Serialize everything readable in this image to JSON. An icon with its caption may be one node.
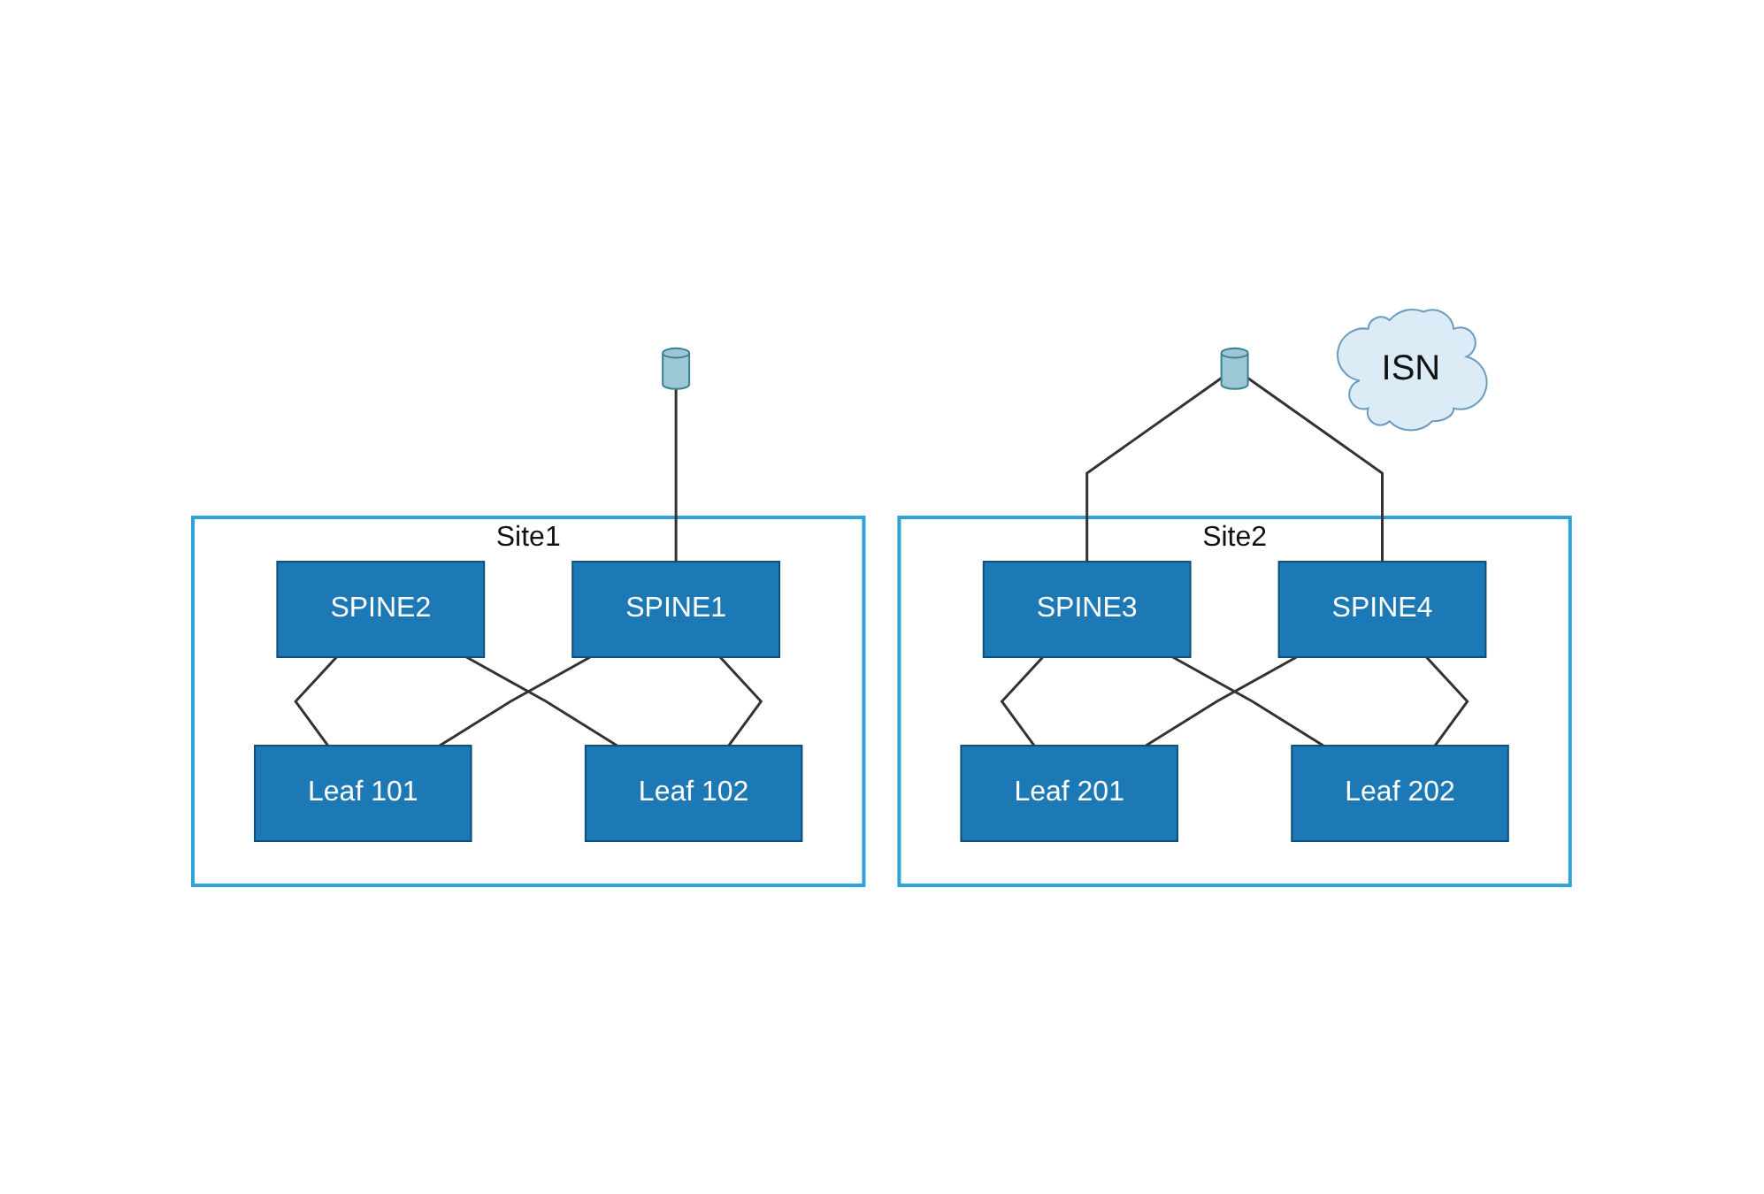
{
  "diagram": {
    "nodes": [
      {
        "text": [
          "ISN"
        ]
      },
      {
        "text": [],
        "shape": "cylinder"
      },
      {
        "text": [],
        "shape": "cylinder"
      },
      {
        "text": [
          "Site1"
        ]
      },
      {
        "text": [
          "SPINE2"
        ],
        "in": 3
      },
      {
        "text": [
          "SPINE1"
        ],
        "in": 3
      },
      {
        "text": [
          "Leaf 101"
        ],
        "in": 3
      },
      {
        "text": [
          "Leaf 102"
        ],
        "in": 3
      },
      {
        "text": [
          "Site2"
        ]
      },
      {
        "text": [
          "SPINE3"
        ],
        "in": 8
      },
      {
        "text": [
          "SPINE4"
        ],
        "in": 8
      },
      {
        "text": [
          "Leaf 201"
        ],
        "in": 8
      },
      {
        "text": [
          "Leaf 202"
        ],
        "in": 8
      }
    ],
    "edges": [
      {
        "from": 1,
        "to": 5,
        "arrow": "none"
      },
      {
        "from": 2,
        "to": 9,
        "arrow": "none"
      },
      {
        "from": 2,
        "to": 10,
        "arrow": "none"
      },
      {
        "from": 4,
        "to": 6,
        "arrow": "none"
      },
      {
        "from": 4,
        "to": 7,
        "arrow": "none"
      },
      {
        "from": 5,
        "to": 6,
        "arrow": "none"
      },
      {
        "from": 5,
        "to": 7,
        "arrow": "none"
      },
      {
        "from": 9,
        "to": 11,
        "arrow": "none"
      },
      {
        "from": 9,
        "to": 12,
        "arrow": "none"
      },
      {
        "from": 10,
        "to": 11,
        "arrow": "none"
      },
      {
        "from": 10,
        "to": 12,
        "arrow": "none"
      }
    ]
  }
}
